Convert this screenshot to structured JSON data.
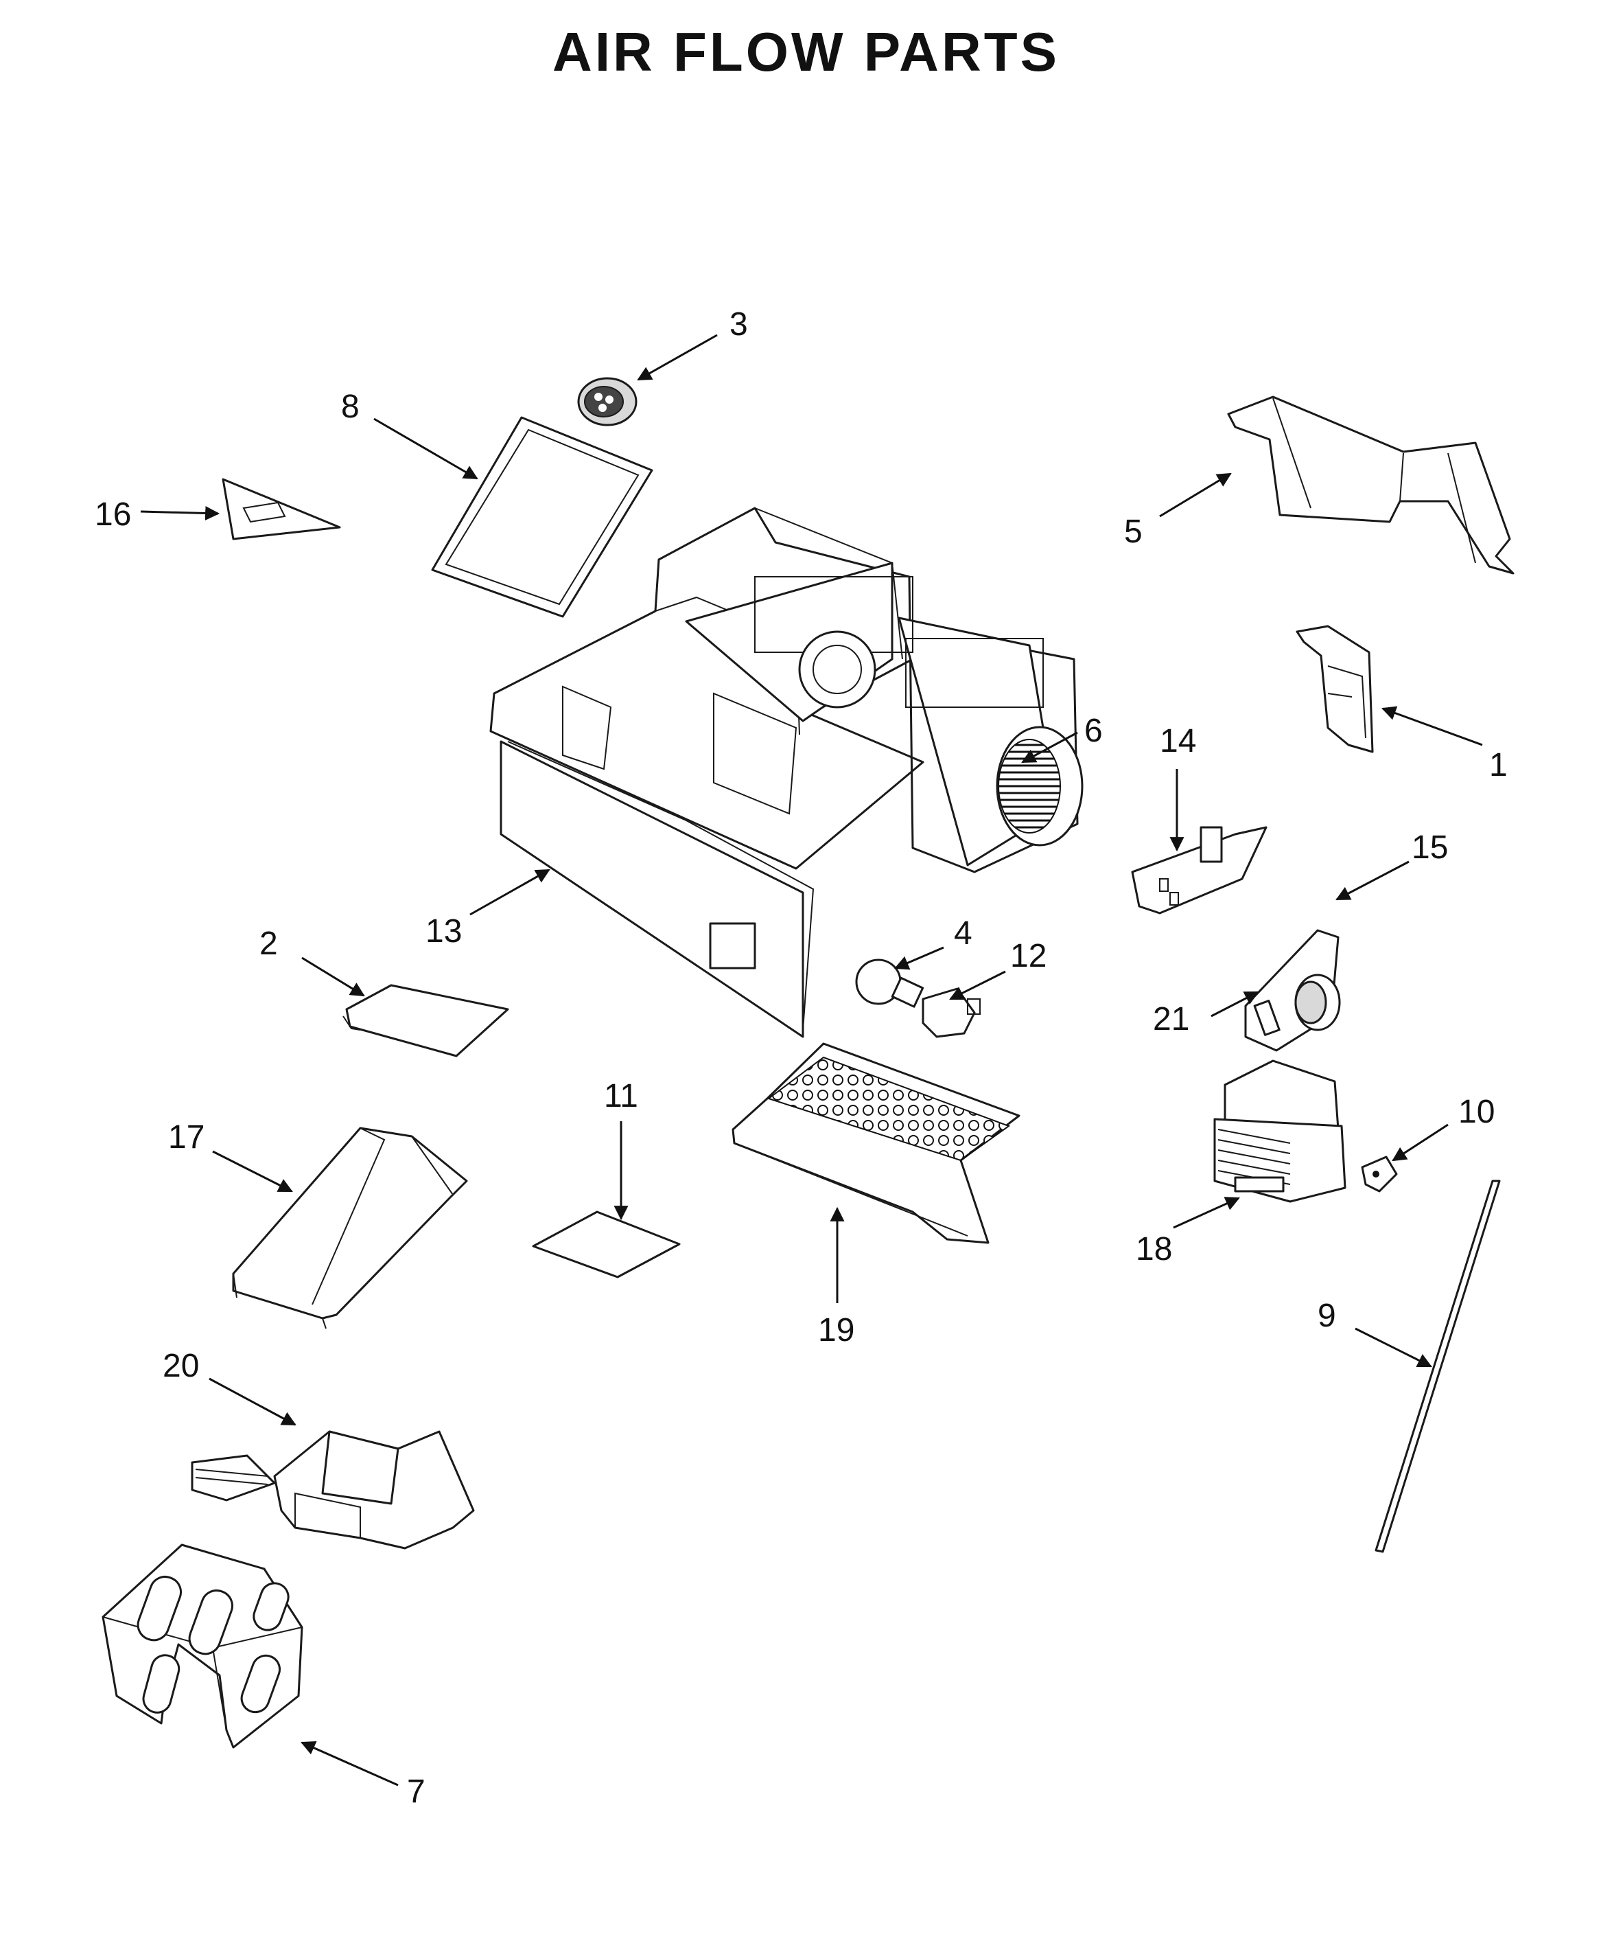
{
  "title": "AIR FLOW PARTS",
  "callouts": [
    {
      "key": "c1",
      "label": "1"
    },
    {
      "key": "c2",
      "label": "2"
    },
    {
      "key": "c3",
      "label": "3"
    },
    {
      "key": "c4",
      "label": "4"
    },
    {
      "key": "c5",
      "label": "5"
    },
    {
      "key": "c6",
      "label": "6"
    },
    {
      "key": "c7",
      "label": "7"
    },
    {
      "key": "c8",
      "label": "8"
    },
    {
      "key": "c9",
      "label": "9"
    },
    {
      "key": "c10",
      "label": "10"
    },
    {
      "key": "c11",
      "label": "11"
    },
    {
      "key": "c12",
      "label": "12"
    },
    {
      "key": "c13",
      "label": "13"
    },
    {
      "key": "c14",
      "label": "14"
    },
    {
      "key": "c15",
      "label": "15"
    },
    {
      "key": "c16",
      "label": "16"
    },
    {
      "key": "c17",
      "label": "17"
    },
    {
      "key": "c18",
      "label": "18"
    },
    {
      "key": "c19",
      "label": "19"
    },
    {
      "key": "c20",
      "label": "20"
    },
    {
      "key": "c21",
      "label": "21"
    }
  ]
}
